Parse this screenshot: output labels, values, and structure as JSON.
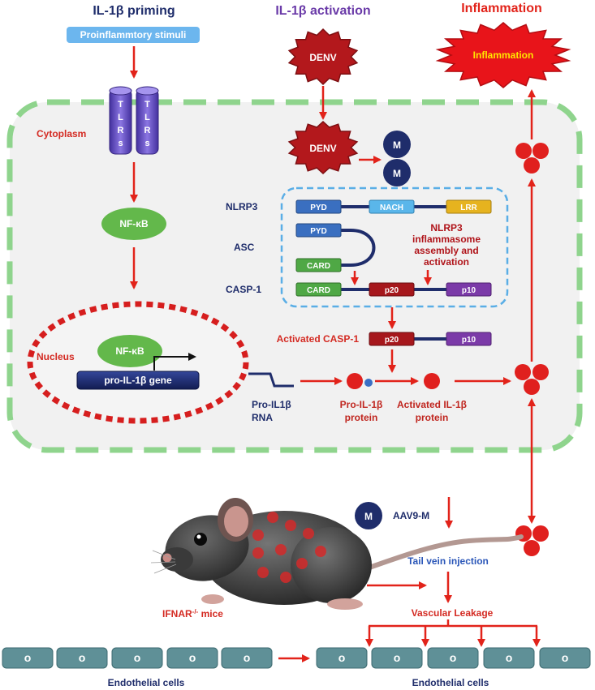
{
  "headers": {
    "priming": "IL-1β priming",
    "activation": "IL-1β activation",
    "inflammation": "Inflammation"
  },
  "stimuli": "Proinflammtory stimuli",
  "tlrs": [
    "TLRs",
    "TLRs"
  ],
  "denv": {
    "top": "DENV",
    "cell": "DENV"
  },
  "inflammation_star": "Inflammation",
  "cytoplasm": "Cytoplasm",
  "nfkb": {
    "cytoplasm": "NF-κB",
    "nucleus": "NF-κB"
  },
  "nucleus": {
    "label": "Nucleus",
    "gene": "pro-IL-1β gene"
  },
  "m_circles": [
    "M",
    "M"
  ],
  "inflammasome": {
    "nlrp3": {
      "label": "NLRP3",
      "domains": [
        "PYD",
        "NACH",
        "LRR"
      ]
    },
    "asc": {
      "label": "ASC",
      "domains": [
        "PYD",
        "CARD"
      ]
    },
    "casp1": {
      "label": "CASP-1",
      "domains": [
        "CARD",
        "p20",
        "p10"
      ]
    },
    "note": [
      "NLRP3",
      "inflammasome",
      "assembly and",
      "activation"
    ]
  },
  "activated_casp1": {
    "label": "Activated CASP-1",
    "domains": [
      "p20",
      "p10"
    ]
  },
  "rna": [
    "Pro-IL1β",
    "RNA"
  ],
  "pro_protein": [
    "Pro-IL-1β",
    "protein"
  ],
  "active_protein": [
    "Activated IL-1β",
    "protein"
  ],
  "aav": {
    "m": "M",
    "label": "AAV9-M"
  },
  "tail_injection": "Tail vein injection",
  "mice": {
    "name": "IFNAR",
    "sup": "-/-",
    "suffix": " mice"
  },
  "vascular_leakage": "Vascular Leakage",
  "endothelial": {
    "left": {
      "label": "Endothelial cells",
      "cells": [
        "o",
        "o",
        "o",
        "o",
        "o"
      ]
    },
    "right": {
      "label": "Endothelial cells",
      "cells": [
        "o",
        "o",
        "o",
        "o",
        "o"
      ]
    }
  },
  "colors": {
    "arrow": "#e2231a",
    "il1b": "#e0201e",
    "denv": "#b3181c",
    "navy": "#1f2d6b",
    "inflammation_star": "#e8141a"
  }
}
